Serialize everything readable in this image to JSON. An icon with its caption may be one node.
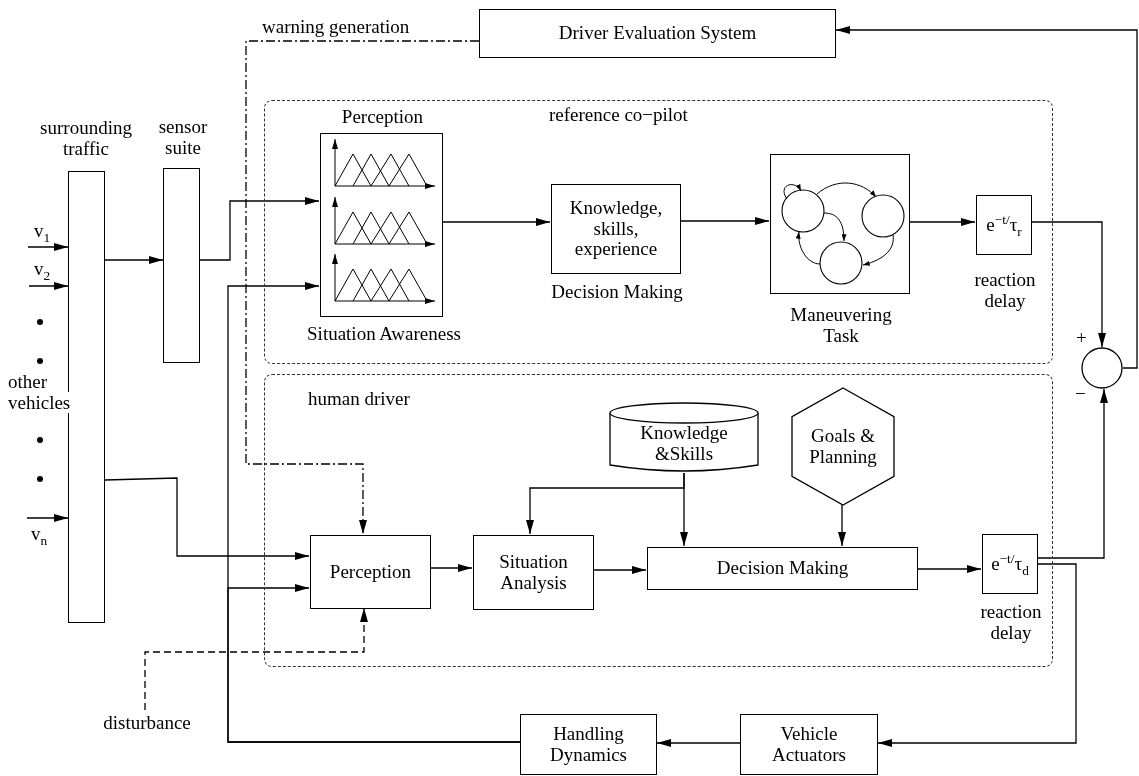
{
  "diagram": {
    "nodes": [
      {
        "text": [
          "Driver Evaluation System"
        ]
      },
      {
        "text": [
          "reference co−pilot"
        ]
      },
      {
        "text": [
          "surrounding traffic"
        ]
      },
      {
        "text": [
          "sensor suite"
        ]
      },
      {
        "text": [
          "Perception",
          "Situation Awareness"
        ],
        "in": 1
      },
      {
        "text": [
          "Knowledge, skills, experience"
        ],
        "beside": [
          "Decision Making"
        ],
        "in": 1
      },
      {
        "text": [
          "Maneuvering Task"
        ],
        "in": 1
      },
      {
        "text": [
          "e$^{−t/}$τ$_{r}$"
        ],
        "beside": [
          "reaction delay"
        ],
        "in": 1
      },
      {
        "text": [
          "human driver"
        ]
      },
      {
        "text": [],
        "shape": "circle"
      },
      {
        "text": [
          "Knowledge &Skills"
        ],
        "in": 8
      },
      {
        "text": [
          "Goals & Planning"
        ],
        "in": 8
      },
      {
        "text": [
          "Perception"
        ],
        "in": 8
      },
      {
        "text": [
          "Situation Analysis"
        ],
        "in": 8
      },
      {
        "text": [
          "Decision Making"
        ],
        "in": 8
      },
      {
        "text": [
          "e$^{−t/}$τ$_{d}$"
        ],
        "beside": [
          "reaction delay"
        ],
        "in": 8
      },
      {
        "text": [
          "Vehicle Actuators"
        ]
      },
      {
        "text": [
          "Handling Dynamics"
        ]
      },
      {
        "text": [
          "disturbance"
        ]
      }
    ],
    "edges": [
      {
        "from": 2,
        "to": 3,
        "arrow": "to"
      },
      {
        "from": 3,
        "to": 4,
        "arrow": "to"
      },
      {
        "from": 4,
        "to": 5,
        "arrow": "to"
      },
      {
        "from": 5,
        "to": 6,
        "arrow": "to"
      },
      {
        "from": 6,
        "to": 7,
        "arrow": "to"
      },
      {
        "from": 7,
        "to": 9,
        "arrow": "to"
      },
      {
        "from": 15,
        "to": 9,
        "arrow": "to"
      },
      {
        "from": 9,
        "to": 0,
        "arrow": "to"
      },
      {
        "from": 0,
        "to": 12,
        "arrow": "to",
        "label": "warning generation",
        "style": "dashed"
      },
      {
        "from": 2,
        "to": 12,
        "arrow": "to"
      },
      {
        "from": 17,
        "to": 4,
        "arrow": "to"
      },
      {
        "from": 17,
        "to": 12,
        "arrow": "to"
      },
      {
        "from": 18,
        "to": 12,
        "arrow": "to",
        "style": "dashed"
      },
      {
        "from": 12,
        "to": 13,
        "arrow": "to"
      },
      {
        "from": 13,
        "to": 14,
        "arrow": "to"
      },
      {
        "from": 10,
        "to": 14,
        "arrow": "to"
      },
      {
        "from": 10,
        "to": 13,
        "arrow": "to"
      },
      {
        "from": 11,
        "to": 14,
        "arrow": "to"
      },
      {
        "from": 14,
        "to": 15,
        "arrow": "to"
      },
      {
        "from": 15,
        "to": 16,
        "arrow": "to"
      },
      {
        "from": 16,
        "to": 17,
        "arrow": "to"
      },
      {
        "from": null,
        "to": 2,
        "arrow": "to",
        "label": "v$_{1}$"
      },
      {
        "from": null,
        "to": 2,
        "arrow": "to",
        "label": "v$_{2}$"
      },
      {
        "from": null,
        "to": 2,
        "arrow": "to",
        "label": "v$_{n}$"
      }
    ],
    "labels": [
      "other vehicles",
      "+",
      "−"
    ]
  }
}
